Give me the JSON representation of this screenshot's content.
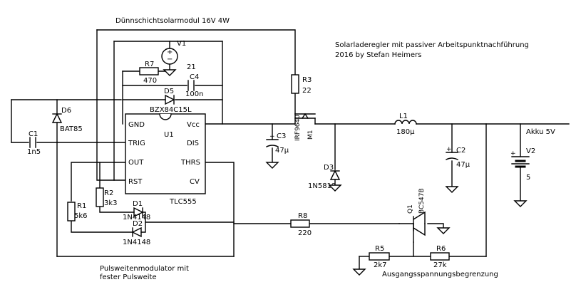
{
  "title_top": "Dünnschichtsolarmodul 16V 4W",
  "title_right_1": "Solarladeregler mit passiver Arbeitspunktnachführung",
  "title_right_2": "2016 by Stefan Heimers",
  "caption_bottom_left_1": "Pulsweitenmodulator mit",
  "caption_bottom_left_2": "fester Pulsweite",
  "caption_output_limit": "Ausgangsspannungsbegrenzung",
  "ic": {
    "name": "U1",
    "part": "TLC555",
    "pins": {
      "gnd": "GND",
      "vcc": "Vcc",
      "trig": "TRIG",
      "dis": "DIS",
      "out": "OUT",
      "thrs": "THRS",
      "rst": "RST",
      "cv": "CV"
    }
  },
  "components": {
    "v1": {
      "ref": "V1",
      "value": "21"
    },
    "v2": {
      "ref": "V2",
      "value": "5",
      "label": "Akku 5V"
    },
    "r1": {
      "ref": "R1",
      "value": "5k6"
    },
    "r2": {
      "ref": "R2",
      "value": "3k3"
    },
    "r3": {
      "ref": "R3",
      "value": "22"
    },
    "r5": {
      "ref": "R5",
      "value": "2k7"
    },
    "r6": {
      "ref": "R6",
      "value": "27k"
    },
    "r7": {
      "ref": "R7",
      "value": "470"
    },
    "r8": {
      "ref": "R8",
      "value": "220"
    },
    "c1": {
      "ref": "C1",
      "value": "1n5"
    },
    "c2": {
      "ref": "C2",
      "value": "47µ"
    },
    "c3": {
      "ref": "C3",
      "value": "47µ"
    },
    "c4": {
      "ref": "C4",
      "value": "100n"
    },
    "d1": {
      "ref": "D1",
      "value": "1N4148"
    },
    "d2": {
      "ref": "D2",
      "value": "1N4148"
    },
    "d3": {
      "ref": "D3",
      "value": "1N5819"
    },
    "d5": {
      "ref": "D5",
      "value": "BZX84C15L"
    },
    "d6": {
      "ref": "D6",
      "value": "BAT85"
    },
    "l1": {
      "ref": "L1",
      "value": "180µ"
    },
    "m1": {
      "ref": "M1",
      "value": "IRF9640"
    },
    "q1": {
      "ref": "Q1",
      "value": "BC547B"
    }
  }
}
